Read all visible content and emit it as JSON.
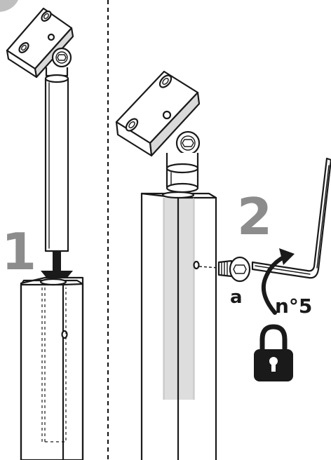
{
  "steps": {
    "step1_label": "1",
    "step2_label": "2"
  },
  "callouts": {
    "screw_label": "a",
    "key_label": "n°5"
  },
  "icons": {
    "lock": "padlock-icon",
    "rotate": "rotate-arrow-icon",
    "insert": "down-arrow-icon"
  },
  "colors": {
    "line": "#1a1a1a",
    "step_number": "#8c8c8c",
    "hidden_bar": "#d9d9d9"
  }
}
